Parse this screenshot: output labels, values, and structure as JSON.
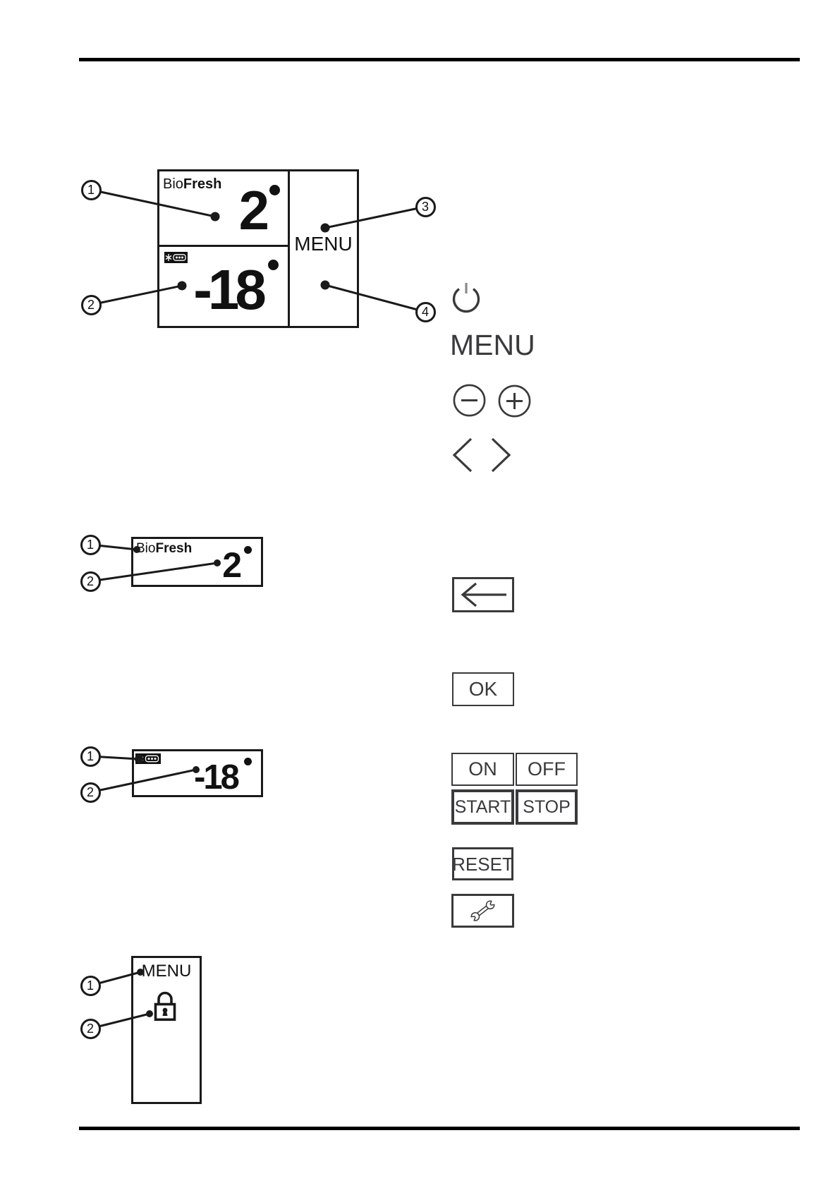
{
  "colors": {
    "ink": "#1a1a1a",
    "control_gray": "#3a3a3c",
    "rule": "#000000"
  },
  "main_display": {
    "bio": "Bio",
    "fresh": "Fresh",
    "fridge_temp": "2",
    "freezer_temp": "-18",
    "menu_label": "MENU",
    "callouts": [
      "1",
      "2",
      "3",
      "4"
    ],
    "icons": [
      "frozen-food-icon",
      "temp-indicator-dot"
    ]
  },
  "controls": {
    "menu_label": "MENU",
    "ok_label": "OK",
    "on_label": "ON",
    "off_label": "OFF",
    "start_label": "START",
    "stop_label": "STOP",
    "reset_label": "RESET",
    "icons": [
      "power-icon",
      "minus-icon",
      "plus-icon",
      "chevron-left-icon",
      "chevron-right-icon",
      "back-arrow-icon",
      "wrench-icon"
    ]
  },
  "biofresh_display": {
    "bio": "Bio",
    "fresh": "Fresh",
    "temp": "2",
    "callouts": [
      "1",
      "2"
    ]
  },
  "freezer_display": {
    "temp": "-18",
    "callouts": [
      "1",
      "2"
    ],
    "icons": [
      "frozen-food-icon"
    ]
  },
  "menu_display": {
    "menu_label": "MENU",
    "callouts": [
      "1",
      "2"
    ],
    "icons": [
      "lock-icon"
    ]
  }
}
